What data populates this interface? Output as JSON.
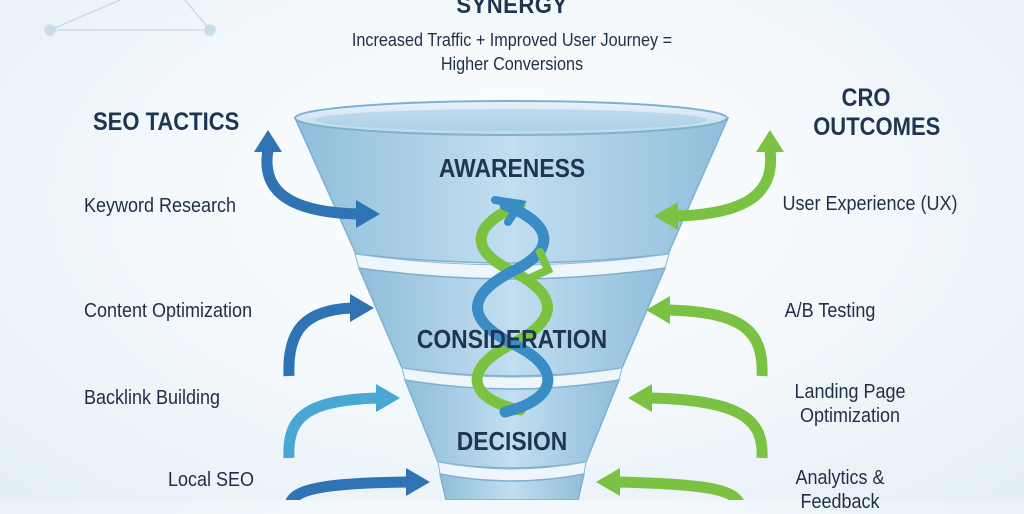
{
  "header": {
    "title": "SYNERGY",
    "subtitle_line1": "Increased Traffic + Improved User Journey =",
    "subtitle_line2": "Higher Conversions"
  },
  "left": {
    "heading": "SEO TACTICS",
    "items": [
      "Keyword Research",
      "Content Optimization",
      "Backlink Building",
      "Local SEO"
    ]
  },
  "right": {
    "heading_line1": "CRO",
    "heading_line2": "OUTCOMES",
    "items": [
      {
        "line1": "User Experience (UX)",
        "line2": ""
      },
      {
        "line1": "A/B Testing",
        "line2": ""
      },
      {
        "line1": "Landing Page",
        "line2": "Optimization"
      },
      {
        "line1": "Analytics &",
        "line2": "Feedback"
      }
    ]
  },
  "funnel": {
    "stages": [
      "AWARENESS",
      "CONSIDERATION",
      "DECISION"
    ]
  },
  "colors": {
    "seo_blue": "#2f73b5",
    "seo_light_blue": "#48a7d3",
    "cro_green": "#7cc242",
    "funnel_fill": "#a9cfe6",
    "text_dark": "#1f3550"
  }
}
